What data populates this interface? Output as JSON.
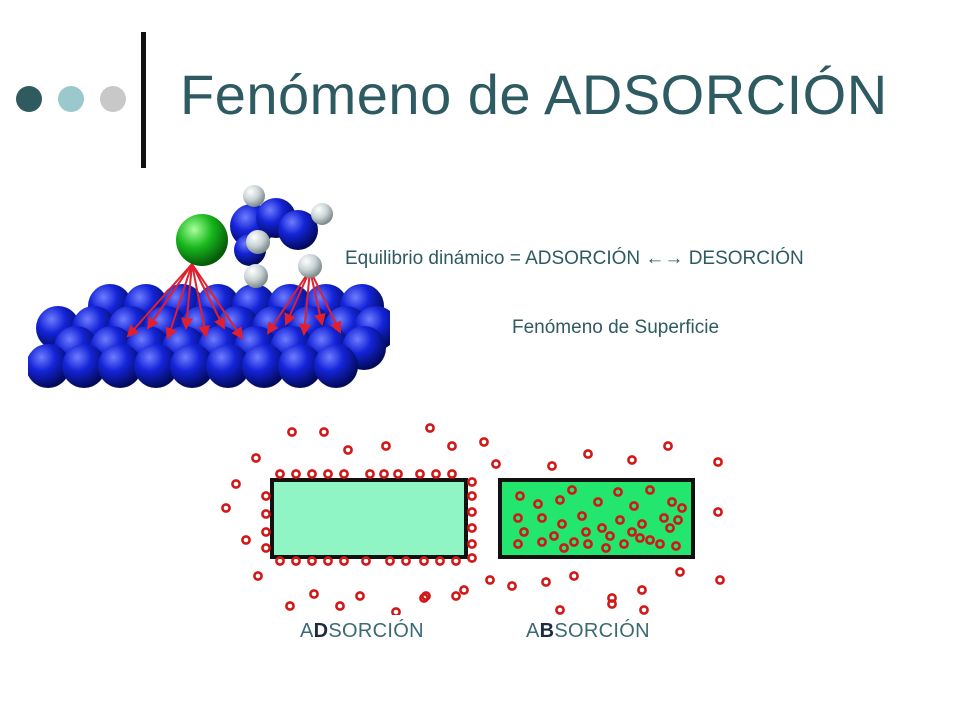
{
  "slide": {
    "title": "Fenómeno de ADSORCIÓN",
    "equilibrium_text": "Equilibrio dinámico = ADSORCIÓN ←→ DESORCIÓN",
    "surface_text": "Fenómeno de Superficie"
  },
  "labels": {
    "adsorption": {
      "prefix": "A",
      "bold": "D",
      "suffix": "SORCIÓN"
    },
    "absorption": {
      "prefix": "A",
      "bold": "B",
      "suffix": "SORCIÓN"
    }
  },
  "colors": {
    "title": "#2e5a62",
    "surface_atom": "#0b1ecf",
    "adsorbate_atom": "#18b81e",
    "hydrogen_atom": "#c8d2d4",
    "bond_arrow": "#e0202e",
    "particle": "#d01818",
    "adsorption_box": "#8ff5c4",
    "absorption_box": "#22e66e"
  }
}
